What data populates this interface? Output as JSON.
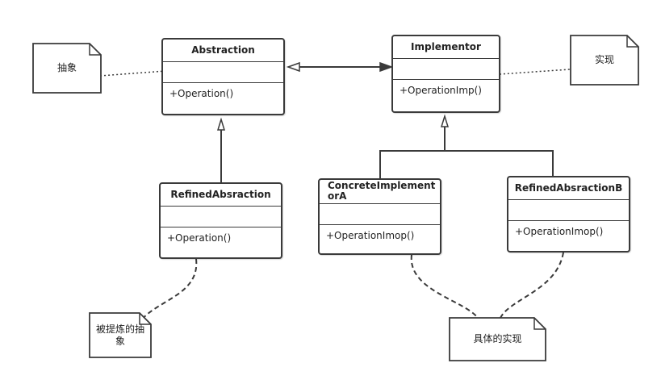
{
  "classes": {
    "abstraction": {
      "name": "Abstraction",
      "operation": "+Operation()"
    },
    "implementor": {
      "name": "Implementor",
      "operation": "+OperationImp()"
    },
    "refined": {
      "name": "RefinedAbsraction",
      "operation": "+Operation()"
    },
    "concrete_a": {
      "name": "ConcreteImplementorA",
      "operation": "+OperationImop()"
    },
    "refined_b": {
      "name": "RefinedAbsractionB",
      "operation": "+OperationImop()"
    }
  },
  "notes": {
    "abstract": "抽象",
    "implement": "实现",
    "refined_abstract": "被提炼的抽象",
    "concrete_impl": "具体的实现"
  },
  "colors": {
    "stroke": "#3a3a3a",
    "background": "#ffffff"
  }
}
